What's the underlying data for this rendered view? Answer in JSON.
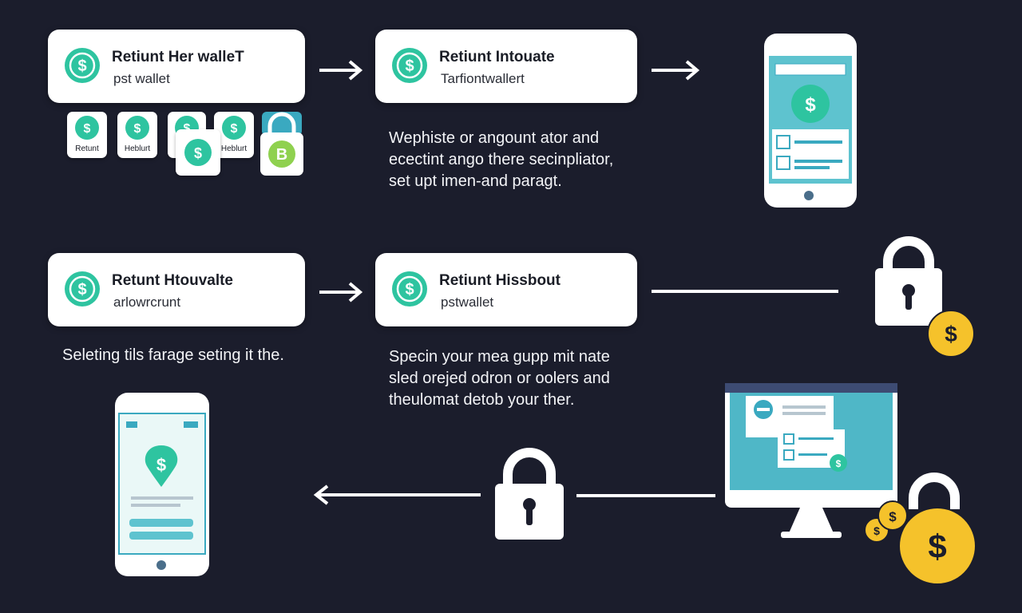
{
  "colors": {
    "background": "#1b1d2c",
    "accent_green": "#2ec4a0",
    "accent_teal": "#3aa9c0",
    "coin_yellow": "#f5c22b"
  },
  "cards": [
    {
      "title": "Retiunt Her walleT",
      "subtitle": "pst wallet"
    },
    {
      "title": "Retiunt Intouate",
      "subtitle": "Tarfiontwallert"
    },
    {
      "title": "Retunt Htouvalte",
      "subtitle": "arlowrcrunt"
    },
    {
      "title": "Retiunt Hissbout",
      "subtitle": "pstwallet"
    }
  ],
  "mini_tiles": [
    {
      "label": "Retunt"
    },
    {
      "label": "Heblurt"
    },
    {
      "label": "Heblurt"
    }
  ],
  "descriptions": {
    "top_middle": "Wephiste or angount ator and\necectint ango there secinpliator,\nset upt imen-and paragt.",
    "left_middle": "Seleting tils farage seting it the.",
    "center_middle": "Specin your mea gupp mit nate\nsled orejed odron or oolers and\ntheulomat detob your ther."
  },
  "icons": [
    "dollar-coin-icon",
    "arrow-right-icon",
    "arrow-left-icon",
    "padlock-icon",
    "smartphone-icon",
    "desktop-monitor-icon",
    "gold-coin-icon",
    "shield-badge-icon"
  ]
}
